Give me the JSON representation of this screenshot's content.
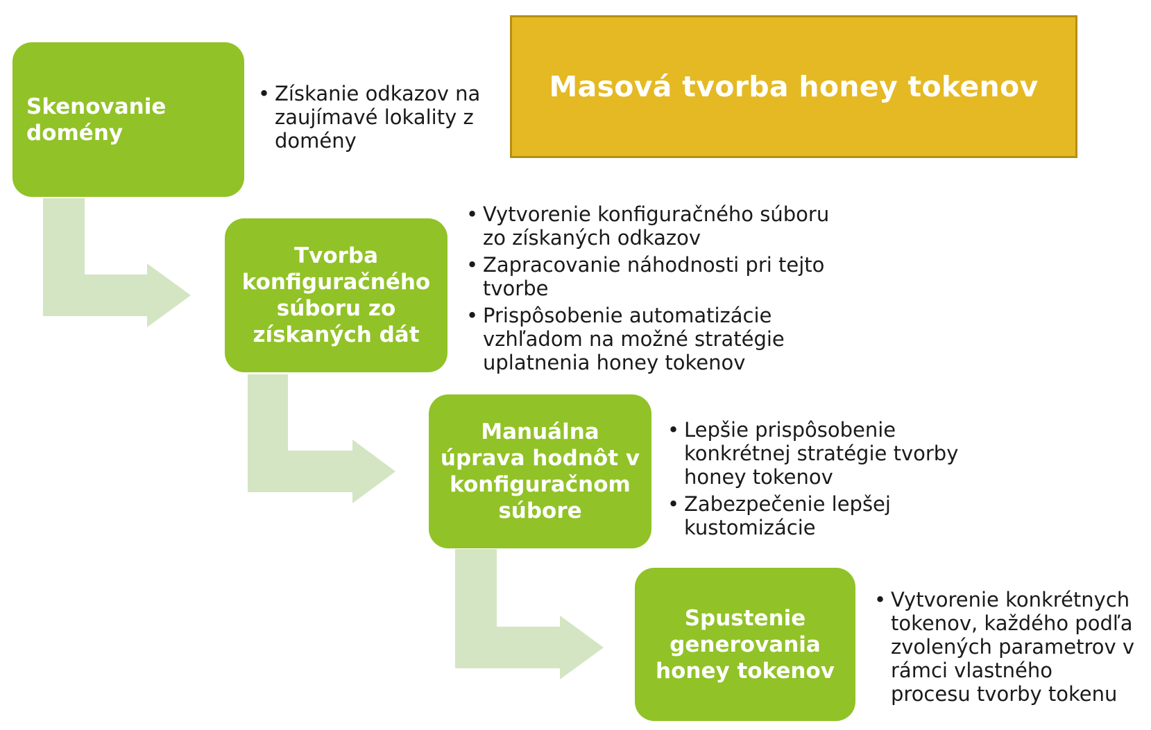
{
  "title": "Masová tvorba honey tokenov",
  "colors": {
    "step_fill": "#91c227",
    "arrow_fill": "#d3e5c2",
    "title_fill": "#e4b923",
    "title_border": "#b58f12",
    "text_dark": "#1a1a1a"
  },
  "steps": [
    {
      "label": "Skenovanie domény",
      "bullets": [
        "Získanie odkazov na zaujímavé lokality z domény"
      ]
    },
    {
      "label": "Tvorba konfiguračného súboru zo získaných dát",
      "bullets": [
        "Vytvorenie konfiguračného súboru zo získaných odkazov",
        "Zapracovanie náhodnosti pri tejto tvorbe",
        "Prispôsobenie automatizácie vzhľadom na možné stratégie uplatnenia honey tokenov"
      ]
    },
    {
      "label": "Manuálna úprava hodnôt v konfiguračnom súbore",
      "bullets": [
        "Lepšie prispôsobenie konkrétnej stratégie tvorby honey tokenov",
        "Zabezpečenie lepšej kustomizácie"
      ]
    },
    {
      "label": "Spustenie generovania honey tokenov",
      "bullets": [
        "Vytvorenie konkrétnych tokenov, každého podľa zvolených parametrov v rámci vlastného procesu tvorby tokenu"
      ]
    }
  ]
}
